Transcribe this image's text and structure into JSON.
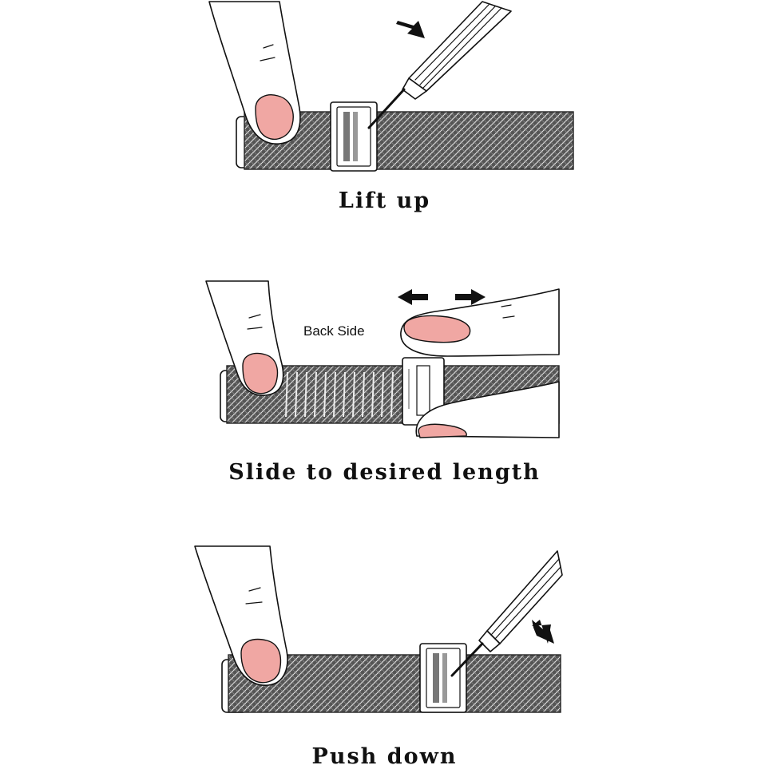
{
  "steps": [
    {
      "caption": "Lift up"
    },
    {
      "caption": "Slide to desired length",
      "label": "Back Side"
    },
    {
      "caption": "Push down"
    }
  ],
  "icons": [
    "finger-icon",
    "screwdriver-icon",
    "arrow-icon",
    "band-icon",
    "buckle-icon"
  ],
  "colors": {
    "nail": "#f0a7a3",
    "ink": "#111111",
    "band": "#666666"
  }
}
